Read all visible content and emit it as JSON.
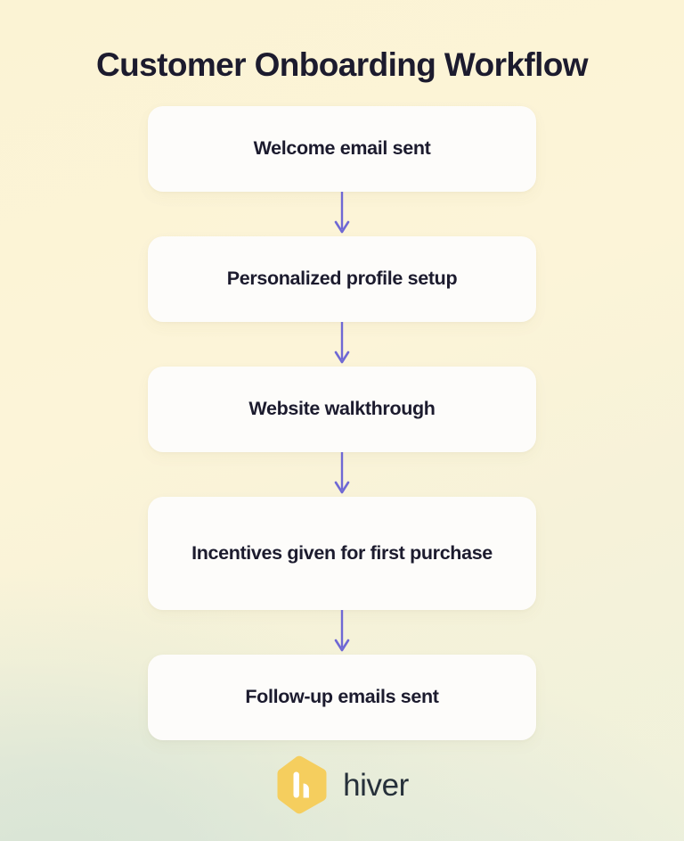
{
  "page": {
    "title": "Customer Onboarding Workflow",
    "background_start_color": "#FBF3D4",
    "background_end_color": "#DCE7DB",
    "title_color": "#1C1B2E"
  },
  "flowchart": {
    "type": "vertical-flow",
    "node_fill_color": "#FDFCFA",
    "connector_color": "#6F68D4",
    "nodes": [
      {
        "id": "step-1",
        "label": "Welcome email sent",
        "lines": 1
      },
      {
        "id": "step-2",
        "label": "Personalized profile setup",
        "lines": 1
      },
      {
        "id": "step-3",
        "label": "Website walkthrough",
        "lines": 1
      },
      {
        "id": "step-4",
        "label": "Incentives given for first purchase",
        "lines": 2
      },
      {
        "id": "step-5",
        "label": "Follow-up emails sent",
        "lines": 1
      }
    ],
    "connectors": [
      {
        "from": "step-1",
        "to": "step-2",
        "arrow": "down"
      },
      {
        "from": "step-2",
        "to": "step-3",
        "arrow": "down"
      },
      {
        "from": "step-3",
        "to": "step-4",
        "arrow": "down"
      },
      {
        "from": "step-4",
        "to": "step-5",
        "arrow": "down"
      }
    ]
  },
  "brand": {
    "name": "hiver",
    "logo_icon": "hiver-hexagon-icon",
    "logo_color": "#F5CE5E",
    "wordmark_color": "#26303A"
  }
}
